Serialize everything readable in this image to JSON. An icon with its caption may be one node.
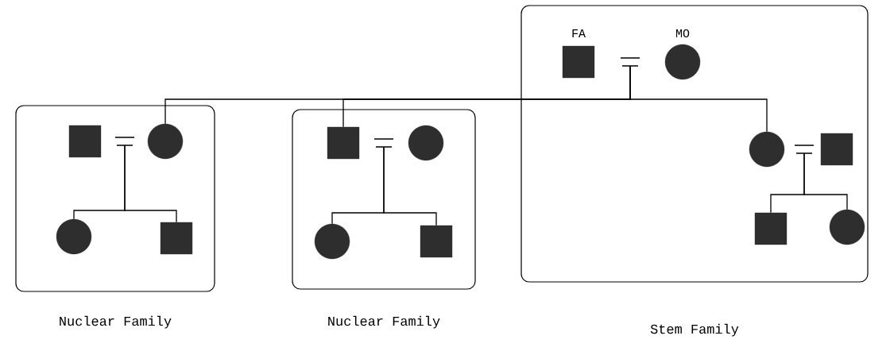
{
  "diagram": {
    "nodes": [
      {
        "text": [
          "Nuclear Family"
        ]
      },
      {
        "text": [
          "Nuclear Family"
        ]
      },
      {
        "text": [
          "Stem Family"
        ]
      },
      {
        "text": [],
        "shape": "box",
        "in": 0
      },
      {
        "text": [],
        "shape": "circle",
        "in": 0
      },
      {
        "text": [],
        "shape": "circle",
        "in": 0
      },
      {
        "text": [],
        "shape": "box",
        "in": 0
      },
      {
        "text": [],
        "shape": "box",
        "in": 1
      },
      {
        "text": [],
        "shape": "circle",
        "in": 1
      },
      {
        "text": [],
        "shape": "circle",
        "in": 1
      },
      {
        "text": [],
        "shape": "box",
        "in": 1
      },
      {
        "text": [],
        "shape": "box",
        "in": 2,
        "beside": [
          "FA"
        ]
      },
      {
        "text": [],
        "shape": "circle",
        "in": 2,
        "beside": [
          "MO"
        ]
      },
      {
        "text": [],
        "shape": "circle",
        "in": 2
      },
      {
        "text": [],
        "shape": "box",
        "in": 2
      },
      {
        "text": [],
        "shape": "box",
        "in": 2
      },
      {
        "text": [],
        "shape": "circle",
        "in": 2
      },
      {
        "text": [],
        "shape": "bar",
        "in": 0
      },
      {
        "text": [],
        "shape": "bar",
        "in": 1
      },
      {
        "text": [],
        "shape": "bar",
        "in": 2
      },
      {
        "text": [],
        "shape": "bar",
        "in": 2
      }
    ],
    "edges": [
      {
        "from": 17,
        "to": 5,
        "arrow": "none"
      },
      {
        "from": 17,
        "to": 6,
        "arrow": "none"
      },
      {
        "from": 18,
        "to": 9,
        "arrow": "none"
      },
      {
        "from": 18,
        "to": 10,
        "arrow": "none"
      },
      {
        "from": 19,
        "to": 4,
        "arrow": "none"
      },
      {
        "from": 19,
        "to": 7,
        "arrow": "none"
      },
      {
        "from": 19,
        "to": 13,
        "arrow": "none"
      },
      {
        "from": 20,
        "to": 15,
        "arrow": "none"
      },
      {
        "from": 20,
        "to": 16,
        "arrow": "none"
      }
    ]
  }
}
